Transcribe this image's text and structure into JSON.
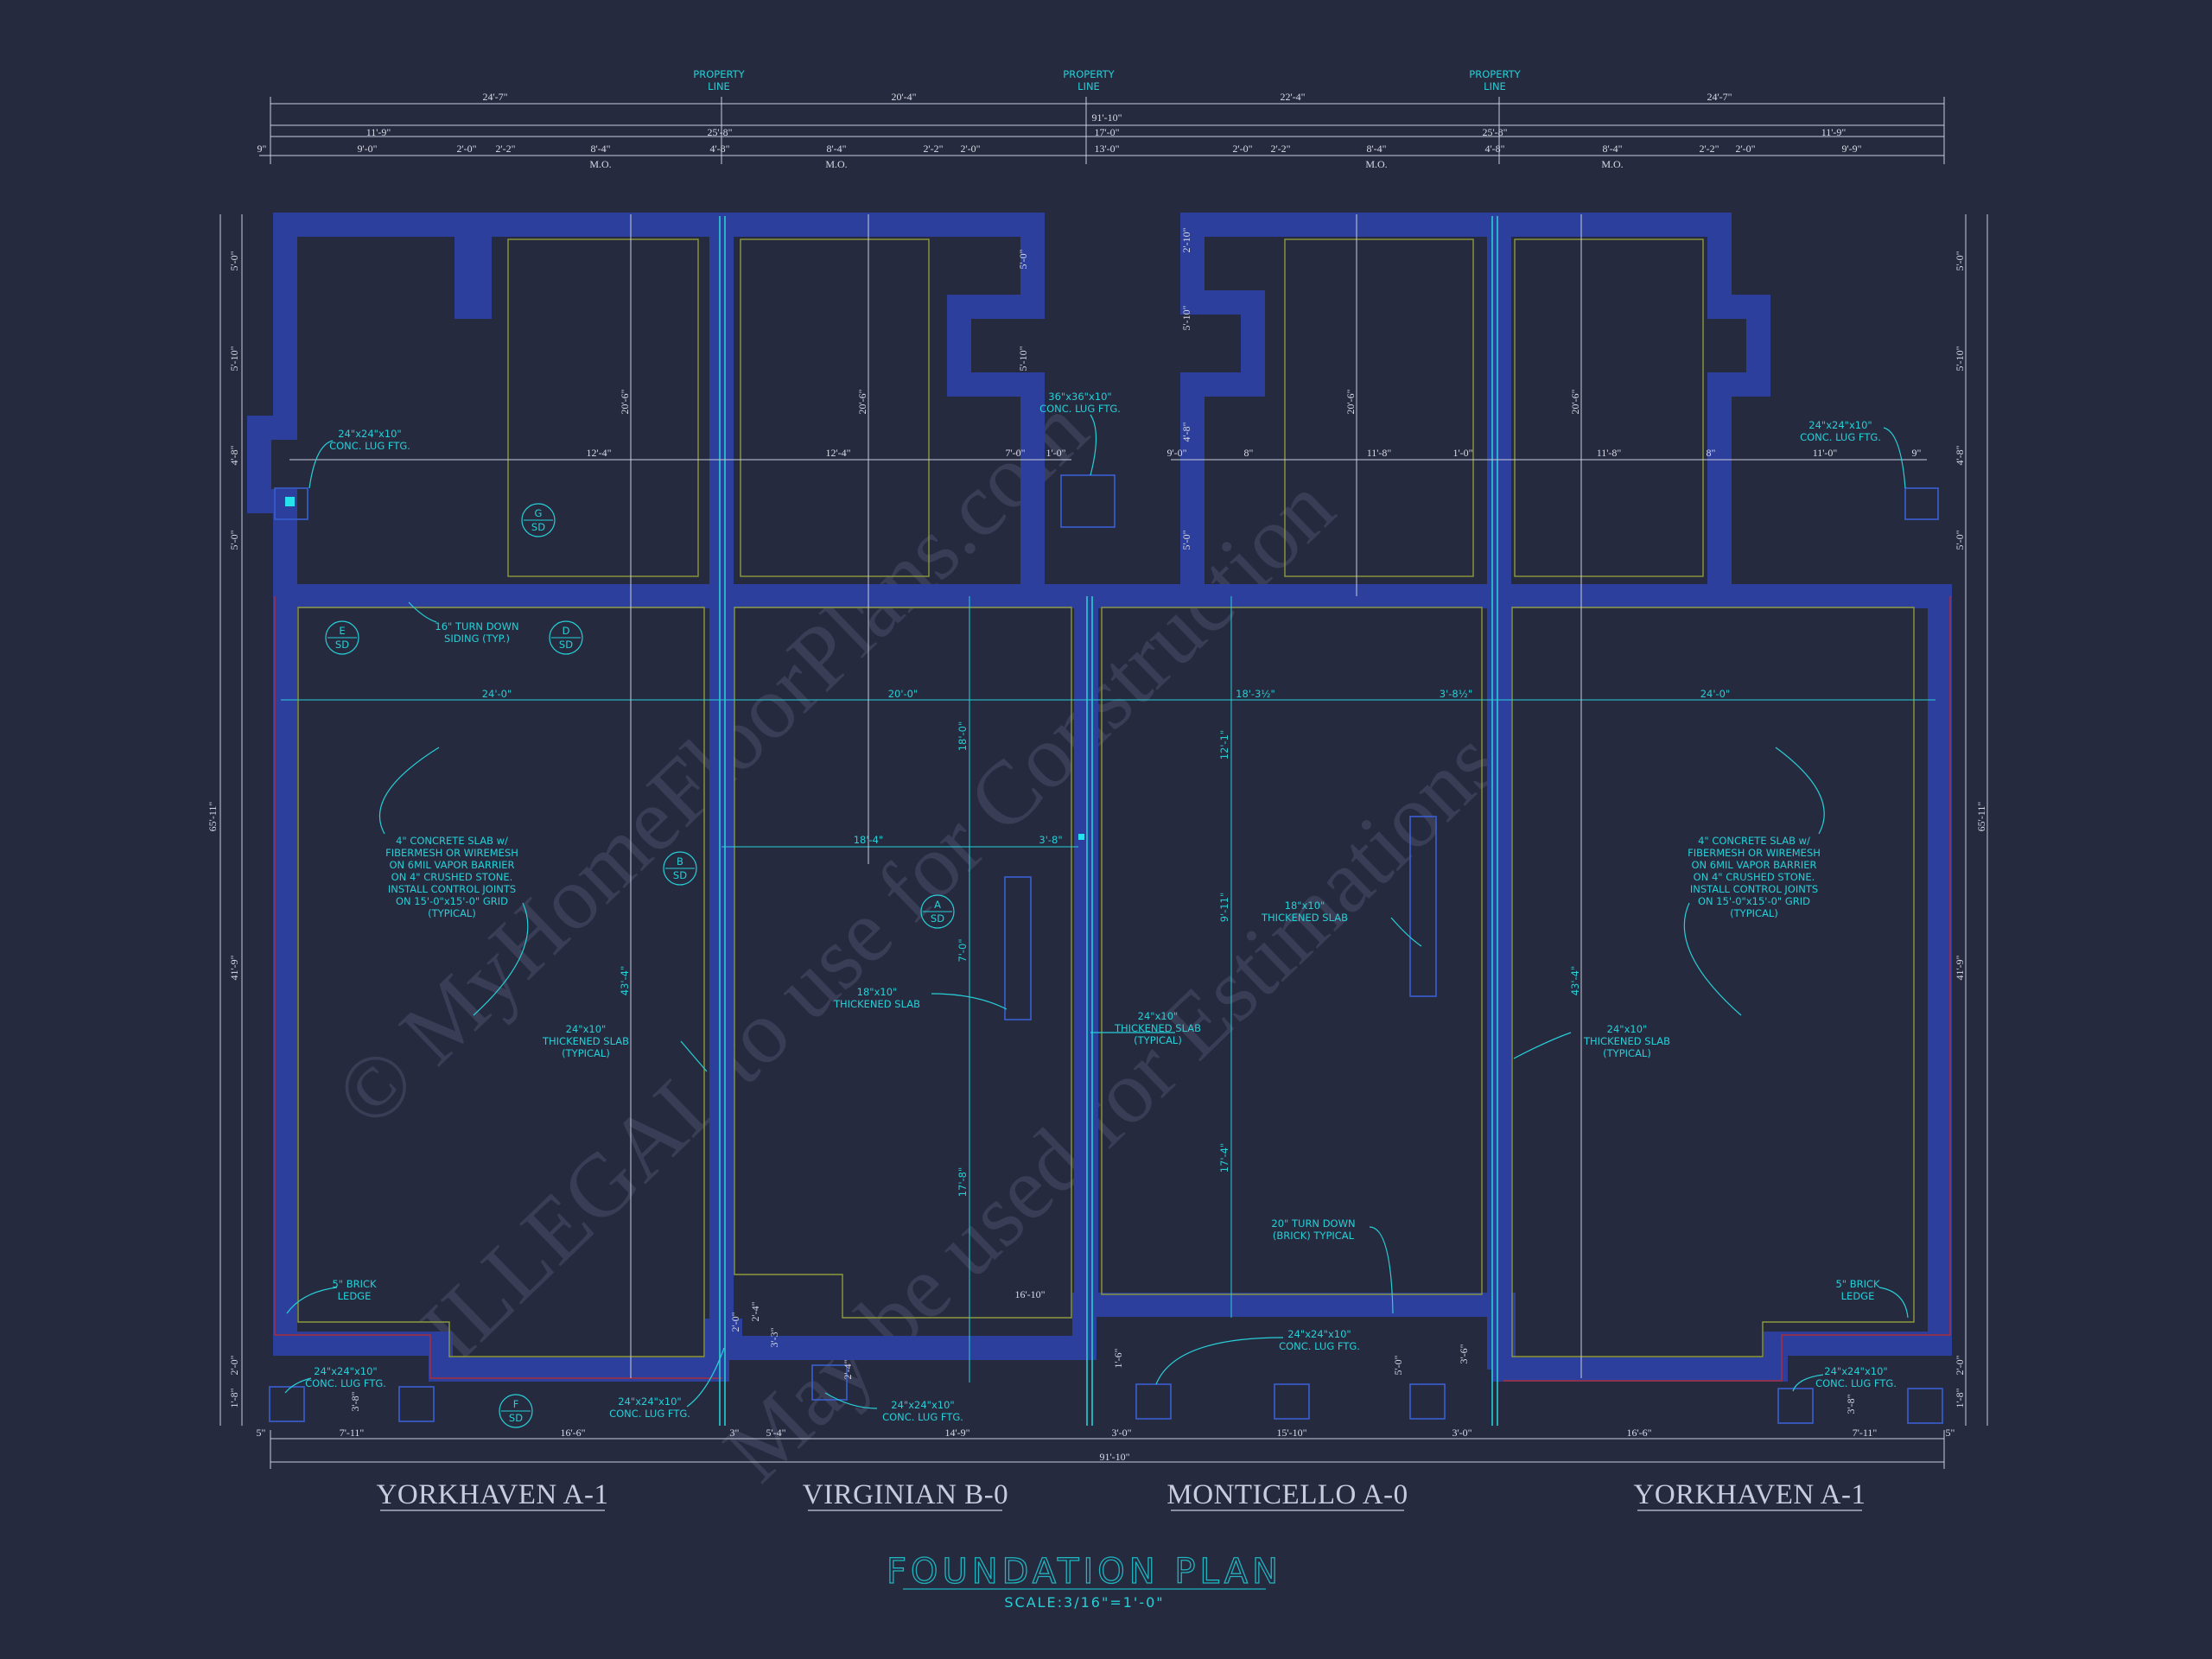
{
  "drawing": {
    "title": "FOUNDATION PLAN",
    "scale": "SCALE:3/16\"=1'-0\""
  },
  "watermark": {
    "line1": "© MyHomeFloorPlans.com",
    "line2": "ILLEGAL to use for Construction",
    "line3": "May be used for Estimations"
  },
  "units": [
    {
      "name": "YORKHAVEN A-1"
    },
    {
      "name": "VIRGINIAN B-0"
    },
    {
      "name": "MONTICELLO A-0"
    },
    {
      "name": "YORKHAVEN A-1"
    }
  ],
  "property_line_label": [
    "PROPERTY",
    "LINE"
  ],
  "top_dims": {
    "row1": [
      "24'-7\"",
      "20'-4\"",
      "22'-4\"",
      "24'-7\""
    ],
    "overall": "91'-10\"",
    "row2": [
      "11'-9\"",
      "25'-8\"",
      "17'-0\"",
      "25'-8\"",
      "11'-9\""
    ],
    "row3": [
      "9\"",
      "9'-0\"",
      "2'-0\"",
      "2'-2\"",
      "8'-4\"",
      "4'-8\"",
      "8'-4\"",
      "2'-2\"",
      "2'-0\"",
      "13'-0\"",
      "2'-0\"",
      "2'-2\"",
      "8'-4\"",
      "4'-8\"",
      "8'-4\"",
      "2'-2\"",
      "2'-0\"",
      "9'-9\""
    ],
    "mo": "M.O."
  },
  "bottom_dims": {
    "row": [
      "5\"",
      "7'-11\"",
      "16'-6\"",
      "3\"",
      "5'-4\"",
      "14'-9\"",
      "3'-0\"",
      "15'-10\"",
      "3'-0\"",
      "16'-6\"",
      "7'-11\"",
      "5\""
    ],
    "overall": "91'-10\""
  },
  "side_dims": {
    "left": [
      "5'-0\"",
      "5'-10\"",
      "4'-8\"",
      "5'-0\"",
      "41'-9\"",
      "2'-0\"",
      "1'-8\""
    ],
    "left_overall": "65'-11\"",
    "right": [
      "5'-0\"",
      "5'-10\"",
      "4'-8\"",
      "5'-0\"",
      "41'-9\"",
      "2'-0\"",
      "1'-8\""
    ],
    "right_overall": "65'-11\""
  },
  "interior_dims": {
    "garage_depth": [
      "20'-6\"",
      "20'-6\"",
      "20'-6\"",
      "20'-6\""
    ],
    "porch_width": [
      "12'-4\"",
      "12'-4\"",
      "7'-0\"",
      "1'-0\"",
      "9'-0\"",
      "8\"",
      "11'-8\"",
      "1'-0\"",
      "11'-8\"",
      "8\"",
      "11'-0\"",
      "9\""
    ],
    "slab_width": [
      "24'-0\"",
      "20'-0\"",
      "18'-3½\"",
      "3'-8½\"",
      "24'-0\""
    ],
    "slab_depth": [
      "43'-4\"",
      "43'-4\""
    ],
    "misc": [
      "18'-4\"",
      "3'-8\"",
      "18'-0\"",
      "7'-0\"",
      "17'-8\"",
      "12'-1\"",
      "9'-11\"",
      "17'-4\"",
      "2'-10\"",
      "5'-10\"",
      "4'-8\"",
      "5'-0\"",
      "5'-0\"",
      "5'-10\"",
      "2'-0\"",
      "2'-4\"",
      "3'-3\"",
      "2'-4\"",
      "1'-6\"",
      "5'-0\"",
      "3'-6\"",
      "3'-8\"",
      "3'-8\"",
      "16'-10\""
    ]
  },
  "notes": {
    "lug_24x24": [
      "24\"x24\"x10\"",
      "CONC. LUG FTG."
    ],
    "lug_36": [
      "36\"x36\"x10\"",
      "CONC. LUG FTG."
    ],
    "turn_down_siding": [
      "16\" TURN DOWN",
      "SIDING (TYP.)"
    ],
    "slab": [
      "4\" CONCRETE SLAB w/",
      "FIBERMESH OR WIREMESH",
      "ON 6MIL VAPOR BARRIER",
      "ON 4\" CRUSHED STONE.",
      "INSTALL CONTROL JOINTS",
      "ON 15'-0\"x15'-0\" GRID",
      "(TYPICAL)"
    ],
    "thickened_typ": [
      "24\"x10\"",
      "THICKENED SLAB",
      "(TYPICAL)"
    ],
    "thickened_18": [
      "18\"x10\"",
      "THICKENED SLAB"
    ],
    "turn_down_brick": [
      "20\" TURN DOWN",
      "(BRICK) TYPICAL"
    ],
    "brick_ledge": [
      "5\" BRICK",
      "LEDGE"
    ]
  },
  "sections": [
    {
      "letter": "G",
      "sub": "SD"
    },
    {
      "letter": "E",
      "sub": "SD"
    },
    {
      "letter": "D",
      "sub": "SD"
    },
    {
      "letter": "B",
      "sub": "SD"
    },
    {
      "letter": "A",
      "sub": "SD"
    },
    {
      "letter": "F",
      "sub": "SD"
    }
  ],
  "colors": {
    "background": "#262a3f",
    "foundation_wall": "#2c3f9c",
    "wall_fill": "#212744",
    "slab_line": "#8d9a3c",
    "dim_line": "#c8ccdd",
    "note": "#27cfd6",
    "footing": "#3a5fd0",
    "turn_down": "#c12a2a"
  }
}
